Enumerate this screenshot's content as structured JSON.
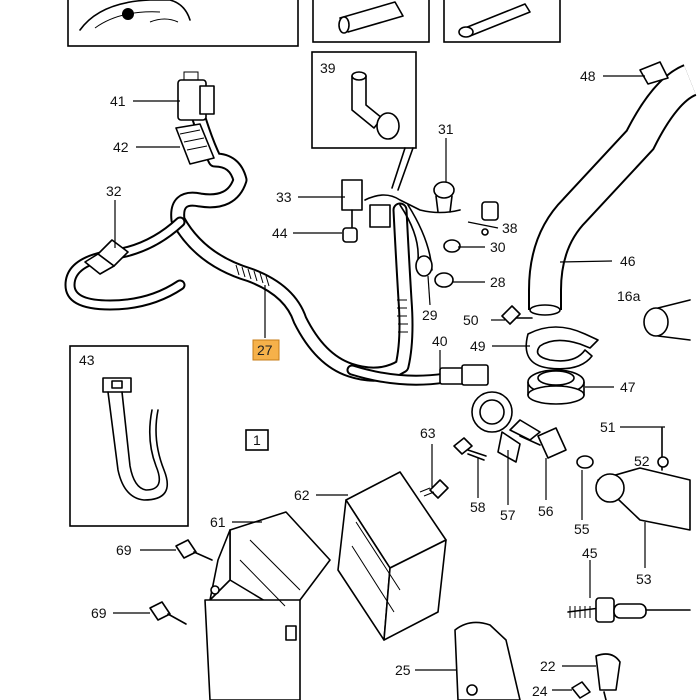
{
  "labels": {
    "l41": "41",
    "l42": "42",
    "l32": "32",
    "l27": "27",
    "l43": "43",
    "l39": "39",
    "l33": "33",
    "l44": "44",
    "l31": "31",
    "l38": "38",
    "l30": "30",
    "l28": "28",
    "l29": "29",
    "l40": "40",
    "l48": "48",
    "l46": "46",
    "l16a": "16a",
    "l50": "50",
    "l49": "49",
    "l47": "47",
    "l51": "51",
    "l52": "52",
    "l63": "63",
    "l58": "58",
    "l57": "57",
    "l56": "56",
    "l55": "55",
    "l45": "45",
    "l53": "53",
    "l62": "62",
    "l61": "61",
    "l69a": "69",
    "l69b": "69",
    "l25": "25",
    "l22": "22",
    "l24": "24",
    "l1": "1"
  },
  "highlight_color": "#f6b14a"
}
